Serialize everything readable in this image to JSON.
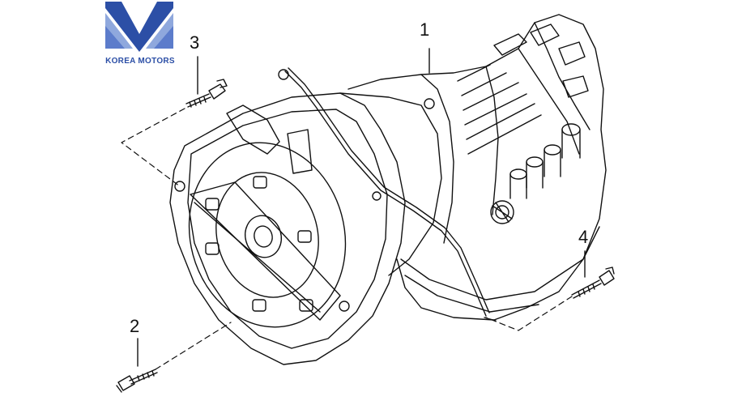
{
  "brand": {
    "name": "KOREA MOTORS",
    "colors": {
      "primary": "#2c4fa6",
      "light": "#8fa8dd"
    }
  },
  "diagram": {
    "line_color": "#111111",
    "callouts": [
      {
        "id": "1",
        "label": "1",
        "part": "transmission-assembly"
      },
      {
        "id": "2",
        "label": "2",
        "part": "bolt"
      },
      {
        "id": "3",
        "label": "3",
        "part": "bolt"
      },
      {
        "id": "4",
        "label": "4",
        "part": "bolt"
      }
    ]
  }
}
